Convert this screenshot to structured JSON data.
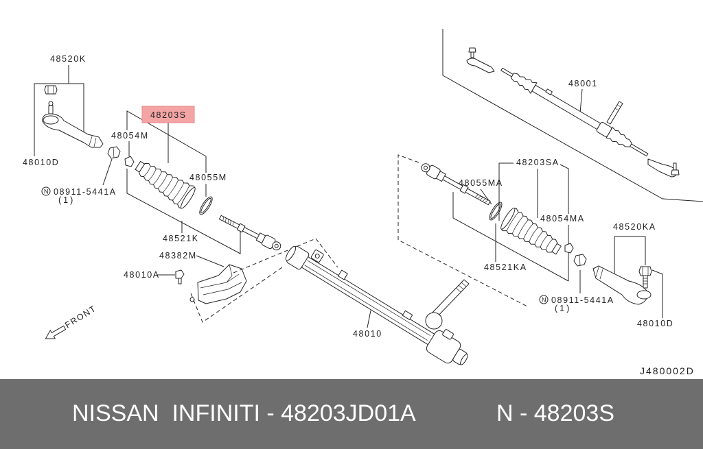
{
  "diagram": {
    "labels": {
      "tie_rod_end_nut_left": "48520K",
      "tie_rod_end_left": "48010D",
      "boot_clip_left": "48054M",
      "boot_kit": "48203S",
      "boot_band_left": "48055M",
      "nut_ref_left": "08911-5441A",
      "nut_qty_left": "(1)",
      "inner_socket_left": "48521K",
      "heat_shield": "48382M",
      "shield_bolt": "48010A",
      "front_marker": "FRONT",
      "rack_assembly": "48001",
      "boot_kit_right": "48203SA",
      "boot_band_right": "48055MA",
      "boot_clip_right": "48054MA",
      "tie_rod_end_nut_right": "48520KA",
      "inner_socket_right": "48521KA",
      "nut_ref_right": "08911-5441A",
      "nut_qty_right": "(1)",
      "tie_rod_end_right": "48010D",
      "gear_housing": "48010"
    },
    "nut_symbol": "N",
    "diagram_code": "J480002D",
    "highlight_color": "#f4a4a4",
    "highlight_border": "#e58a8a"
  },
  "footer": {
    "left_text": "NISSAN  INFINITI - 48203JD01A",
    "right_text": "N - 48203S"
  },
  "colors": {
    "footer_bg": "#6e6e6e",
    "footer_text": "#ffffff",
    "line": "#222222"
  }
}
